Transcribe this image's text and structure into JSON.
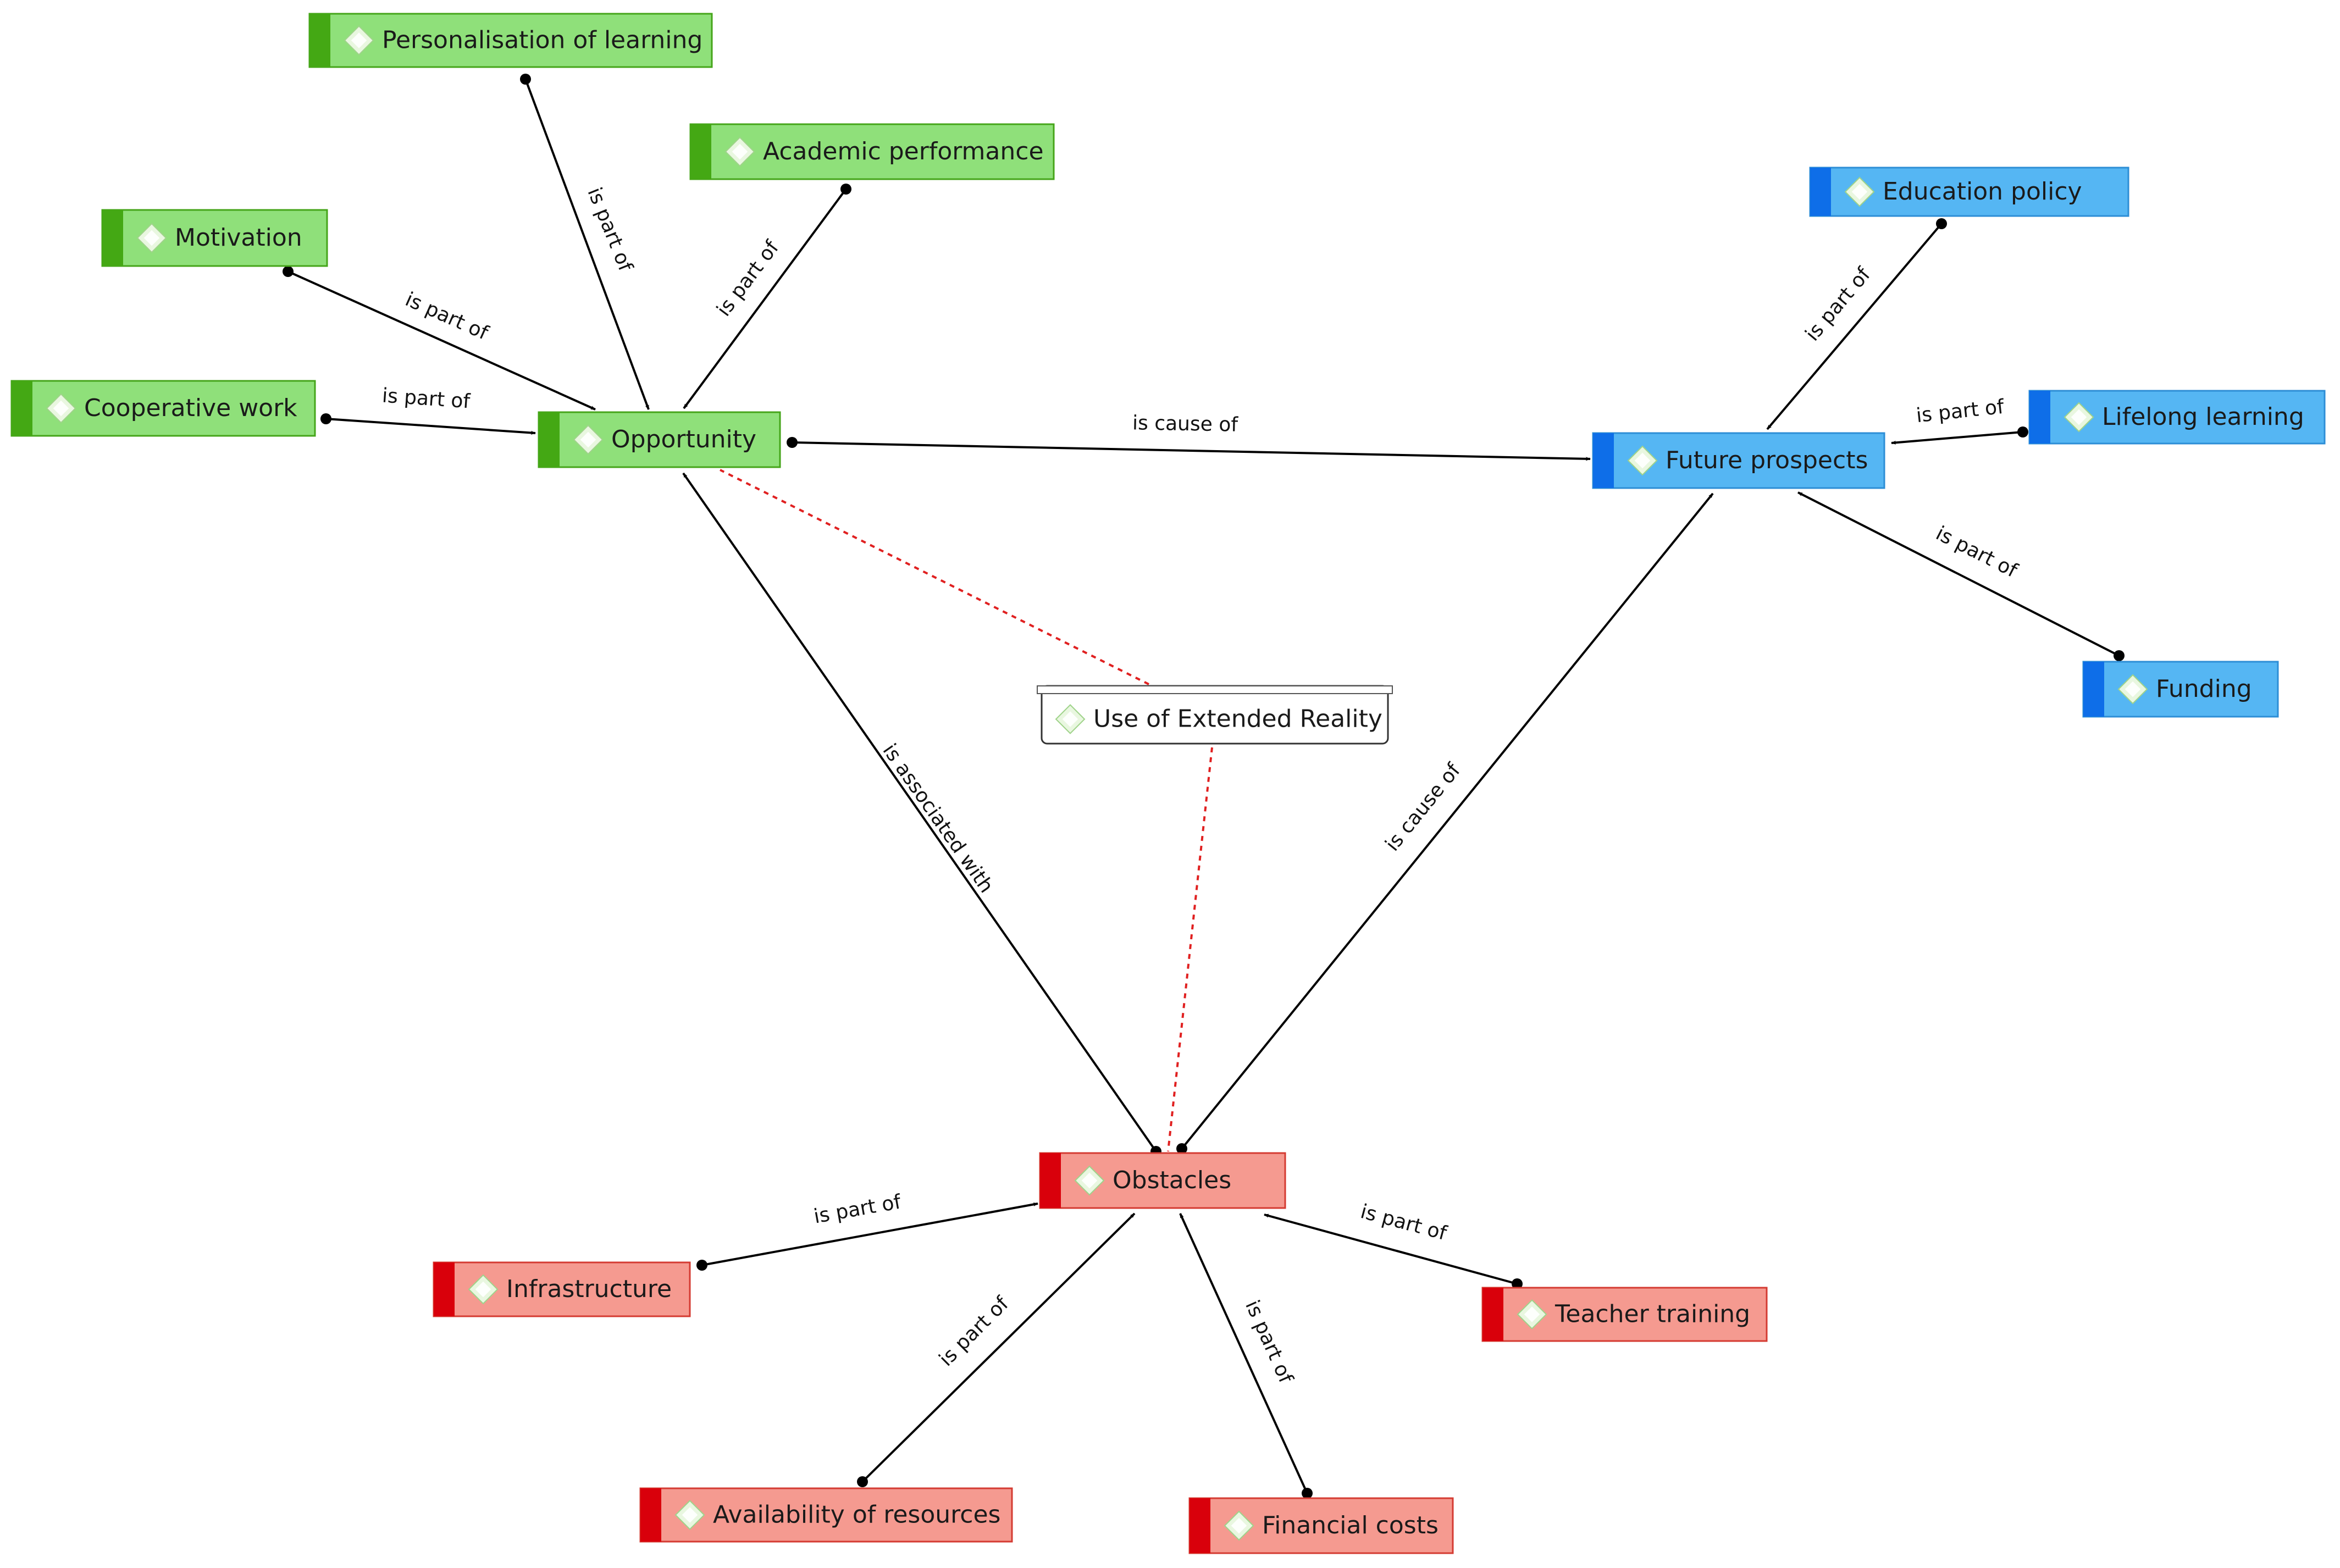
{
  "colors": {
    "green": {
      "fill": "#8fe07a",
      "stripe": "#44a814",
      "border": "#45a51a"
    },
    "blue": {
      "fill": "#55b6f3",
      "stripe": "#0e6ee8",
      "border": "#2d8ed6"
    },
    "red": {
      "fill": "#f59a90",
      "stripe": "#d9000b",
      "border": "#d43b32"
    },
    "white": {
      "fill": "#ffffff",
      "stripe": "#d8d8d8",
      "border": "#333333"
    }
  },
  "nodes": [
    {
      "id": "personalisation",
      "label": "Personalisation of learning",
      "group": "green"
    },
    {
      "id": "academic",
      "label": "Academic performance",
      "group": "green"
    },
    {
      "id": "motivation",
      "label": "Motivation",
      "group": "green"
    },
    {
      "id": "cooperative",
      "label": "Cooperative work",
      "group": "green"
    },
    {
      "id": "opportunity",
      "label": "Opportunity",
      "group": "green"
    },
    {
      "id": "education",
      "label": "Education policy",
      "group": "blue"
    },
    {
      "id": "lifelong",
      "label": "Lifelong learning",
      "group": "blue"
    },
    {
      "id": "future",
      "label": "Future prospects",
      "group": "blue"
    },
    {
      "id": "funding",
      "label": "Funding",
      "group": "blue"
    },
    {
      "id": "xr",
      "label": "Use of Extended Reality",
      "group": "white"
    },
    {
      "id": "obstacles",
      "label": "Obstacles",
      "group": "red"
    },
    {
      "id": "infrastructure",
      "label": "Infrastructure",
      "group": "red"
    },
    {
      "id": "teacher",
      "label": "Teacher training",
      "group": "red"
    },
    {
      "id": "availability",
      "label": "Availability of resources",
      "group": "red"
    },
    {
      "id": "financial",
      "label": "Financial costs",
      "group": "red"
    }
  ],
  "edges": [
    {
      "from": "personalisation",
      "to": "opportunity",
      "label": "is part of"
    },
    {
      "from": "academic",
      "to": "opportunity",
      "label": "is part of"
    },
    {
      "from": "motivation",
      "to": "opportunity",
      "label": "is part of"
    },
    {
      "from": "cooperative",
      "to": "opportunity",
      "label": "is part of"
    },
    {
      "from": "opportunity",
      "to": "future",
      "label": "is cause of"
    },
    {
      "from": "education",
      "to": "future",
      "label": "is part of"
    },
    {
      "from": "lifelong",
      "to": "future",
      "label": "is part of"
    },
    {
      "from": "funding",
      "to": "future",
      "label": "is part of"
    },
    {
      "from": "obstacles",
      "to": "opportunity",
      "label": "is associated with"
    },
    {
      "from": "obstacles",
      "to": "future",
      "label": "is cause of"
    },
    {
      "from": "infrastructure",
      "to": "obstacles",
      "label": "is part of"
    },
    {
      "from": "teacher",
      "to": "obstacles",
      "label": "is part of"
    },
    {
      "from": "availability",
      "to": "obstacles",
      "label": "is part of"
    },
    {
      "from": "financial",
      "to": "obstacles",
      "label": "is part of"
    }
  ],
  "dotted_links": [
    {
      "from": "xr",
      "to": "opportunity"
    },
    {
      "from": "xr",
      "to": "obstacles"
    }
  ]
}
